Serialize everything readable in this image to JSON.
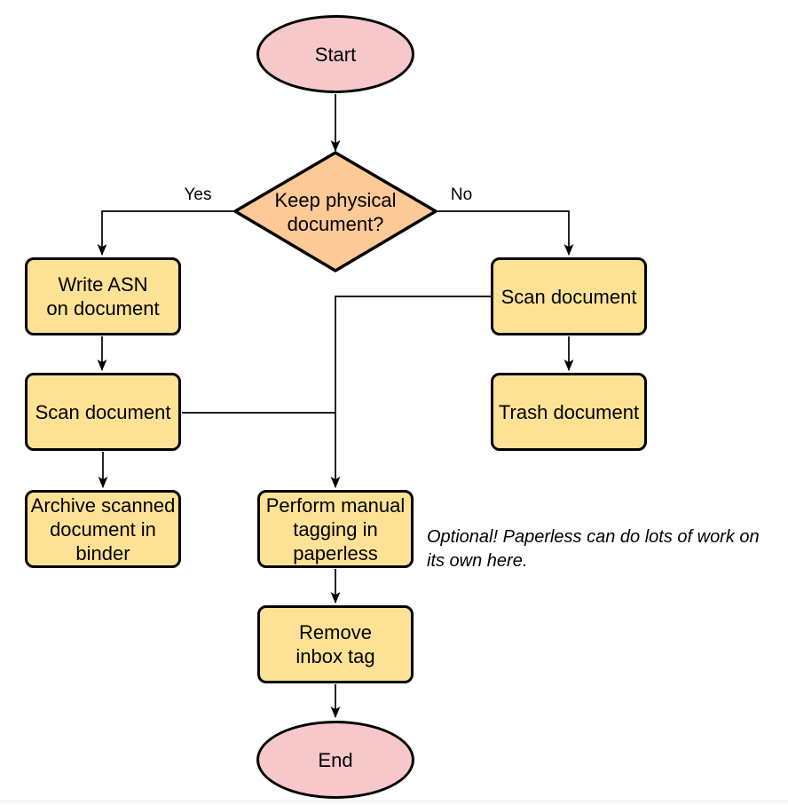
{
  "flowchart": {
    "nodes": {
      "start": "Start",
      "decision": "Keep physical\ndocument?",
      "write_asn": "Write ASN\non document",
      "scan_left": "Scan document",
      "archive": "Archive scanned\ndocument in\nbinder",
      "scan_right": "Scan document",
      "trash": "Trash document",
      "tagging": "Perform manual\ntagging in\npaperless",
      "remove_inbox": "Remove\ninbox tag",
      "end": "End"
    },
    "edge_labels": {
      "yes": "Yes",
      "no": "No"
    },
    "annotation": "Optional! Paperless can do lots of work on\nits own here.",
    "colors": {
      "terminal-fill": "#f6c8ca",
      "decision-fill": "#fdc996",
      "process-fill": "#fde295",
      "line": "#000000",
      "page-edge": "#e9e9ec"
    }
  }
}
